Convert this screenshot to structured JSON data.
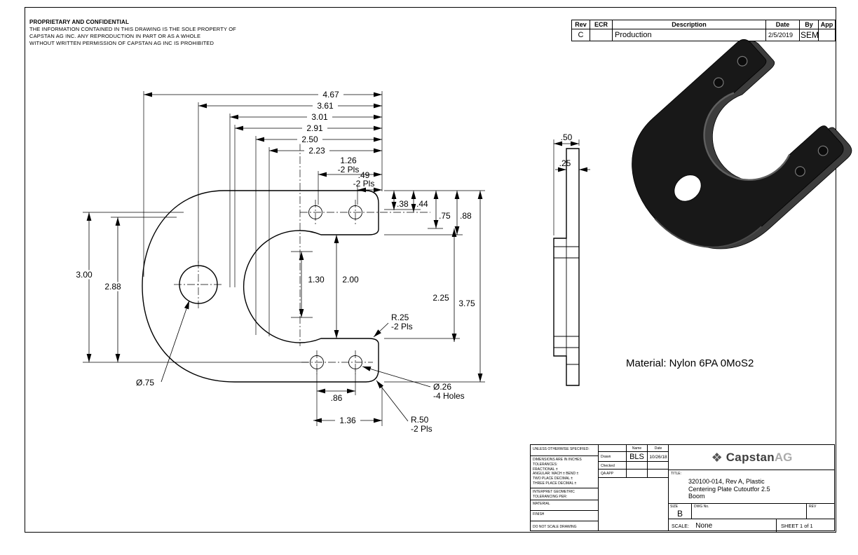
{
  "proprietary": {
    "title": "PROPRIETARY AND CONFIDENTIAL",
    "line1": "THE INFORMATION CONTAINED IN THIS DRAWING IS THE SOLE PROPERTY OF",
    "line2": "CAPSTAN AG INC. ANY REPRODUCTION IN PART OR AS A WHOLE",
    "line3": "WITHOUT WRITTEN PERMISSION OF CAPSTAN AG INC IS PROHIBITED"
  },
  "rev_table": {
    "headers": {
      "rev": "Rev",
      "ecr": "ECR",
      "description": "Description",
      "date": "Date",
      "by": "By",
      "app": "App"
    },
    "row": {
      "rev": "C",
      "ecr": "",
      "description": "Production",
      "date": "2/5/2019",
      "by": "SEM",
      "app": ""
    }
  },
  "front_view": {
    "dims": {
      "w467": "4.67",
      "w361": "3.61",
      "w301": "3.01",
      "w291": "2.91",
      "w250": "2.50",
      "w223": "2.23",
      "w126": "1.26",
      "w126_note": "-2 Pls",
      "w049": ".49",
      "w049_note": "-2 Pls",
      "h038": ".38",
      "h044": ".44",
      "h075": ".75",
      "h088": ".88",
      "h300": "3.00",
      "h288": "2.88",
      "h130": "1.30",
      "h200": "2.00",
      "h225": "2.25",
      "h375": "3.75",
      "r25": "R.25",
      "r25_note": "-2 Pls",
      "dia75": "Ø.75",
      "w086": ".86",
      "dia26": "Ø.26",
      "dia26_note": "-4 Holes",
      "w136": "1.36",
      "r50": "R.50",
      "r50_note": "-2 Pls"
    }
  },
  "side_view": {
    "dims": {
      "t050": ".50",
      "t025": ".25"
    }
  },
  "material_note": "Material: Nylon 6PA 0MoS2",
  "title_block": {
    "unless": "UNLESS OTHERWISE SPECIFIED:",
    "dims_note": "DIMENSIONS ARE IN INCHES",
    "tol": "TOLERANCES:",
    "frac": "FRACTIONAL ±",
    "ang": "ANGULAR: MACH ±   BEND ±",
    "two": "TWO PLACE DECIMAL    ±",
    "three": "THREE PLACE DECIMAL  ±",
    "interp1": "INTERPRET GEOMETRIC",
    "interp2": "TOLERANCING PER:",
    "material": "MATERIAL",
    "finish": "FINISH",
    "noscale": "DO NOT SCALE DRAWING",
    "name_h": "Name",
    "date_h": "Date",
    "drawn": "Drawn",
    "drawn_name": "BLS",
    "drawn_date": "10/26/18",
    "checked": "Checked",
    "qa": "QA APP",
    "title_label": "TITLE:",
    "title1": "320100-014, Rev A, Plastic",
    "title2": "Centering Plate Cutoutfor 2.5",
    "title3": "Boom",
    "size_label": "SIZE",
    "size": "B",
    "dwg_label": "DWG No.",
    "rev_label": "REV",
    "scale_label": "SCALE:",
    "scale": "None",
    "sheet": "SHEET 1 of 1",
    "brand1": "Capstan",
    "brand2": "AG"
  },
  "icons": {
    "capstan_logo": "❖"
  },
  "colors": {
    "line": "#000000",
    "iso_body": "#181818",
    "iso_edge": "#3d3d3d",
    "background": "#ffffff"
  }
}
